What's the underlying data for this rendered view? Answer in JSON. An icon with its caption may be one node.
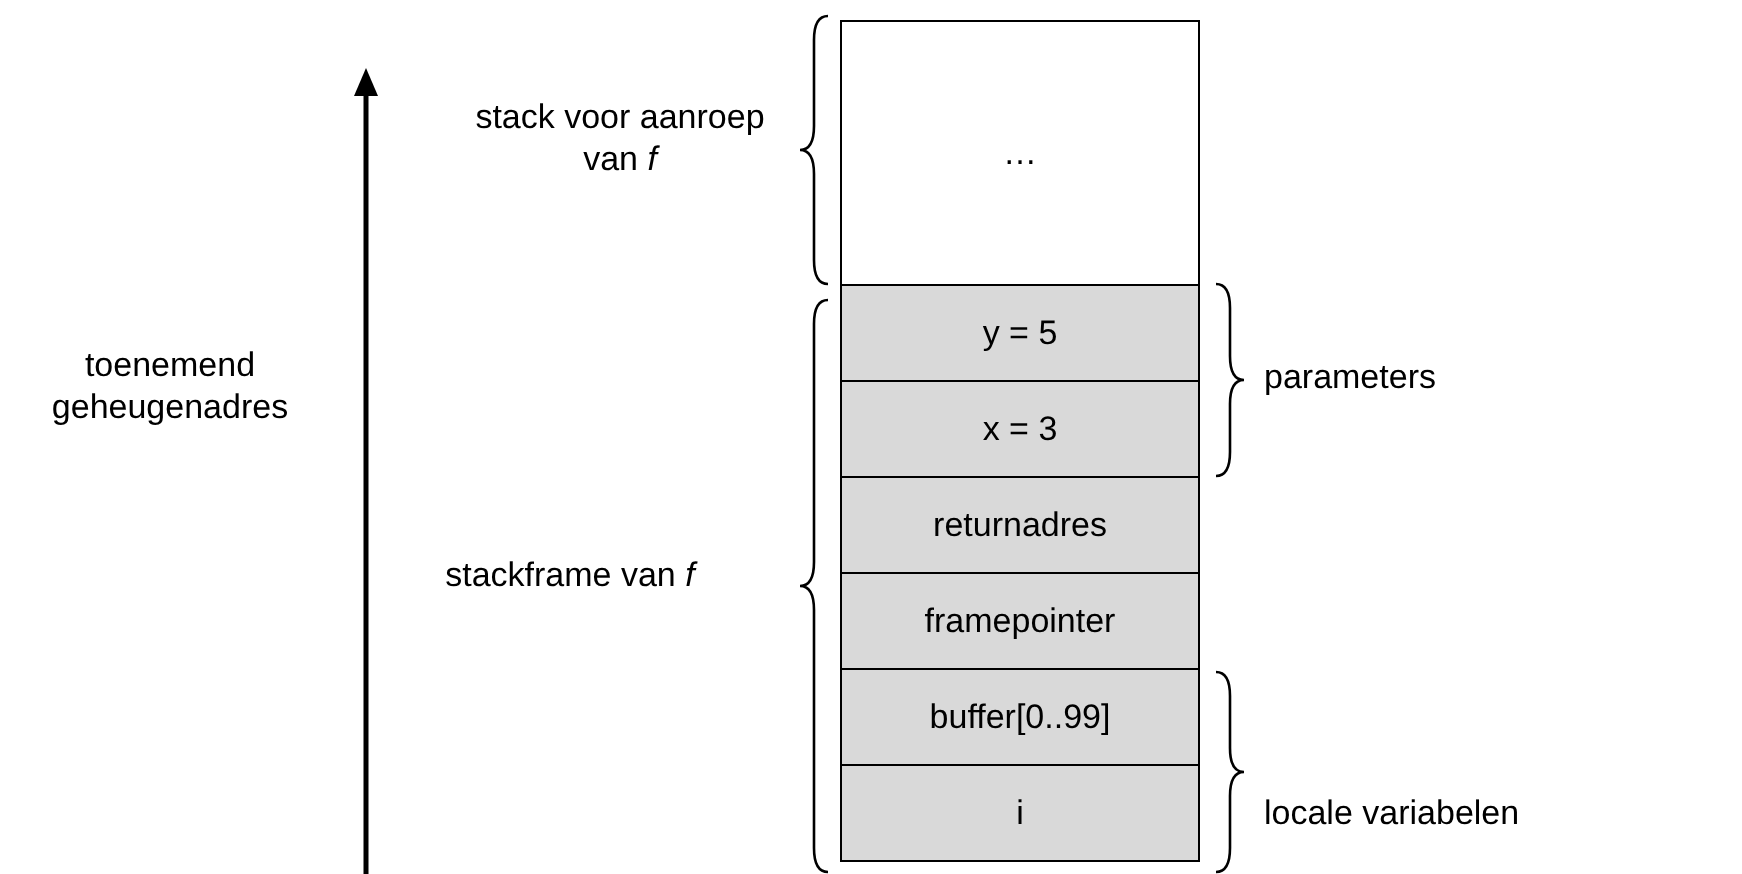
{
  "diagram": {
    "nodes": [
      {
        "text": [
          "…"
        ]
      },
      {
        "text": [
          "y = 5"
        ]
      },
      {
        "text": [
          "x = 3"
        ]
      },
      {
        "text": [
          "returnadres"
        ]
      },
      {
        "text": [
          "framepointer"
        ]
      },
      {
        "text": [
          "buffer[0..99]"
        ]
      },
      {
        "text": [
          "i"
        ]
      }
    ],
    "edges": [],
    "labels": [
      "stack voor aanroep van *f*",
      "toenemend geheugenadres",
      "parameters",
      "stackframe van *f*",
      "locale variabelen"
    ]
  }
}
